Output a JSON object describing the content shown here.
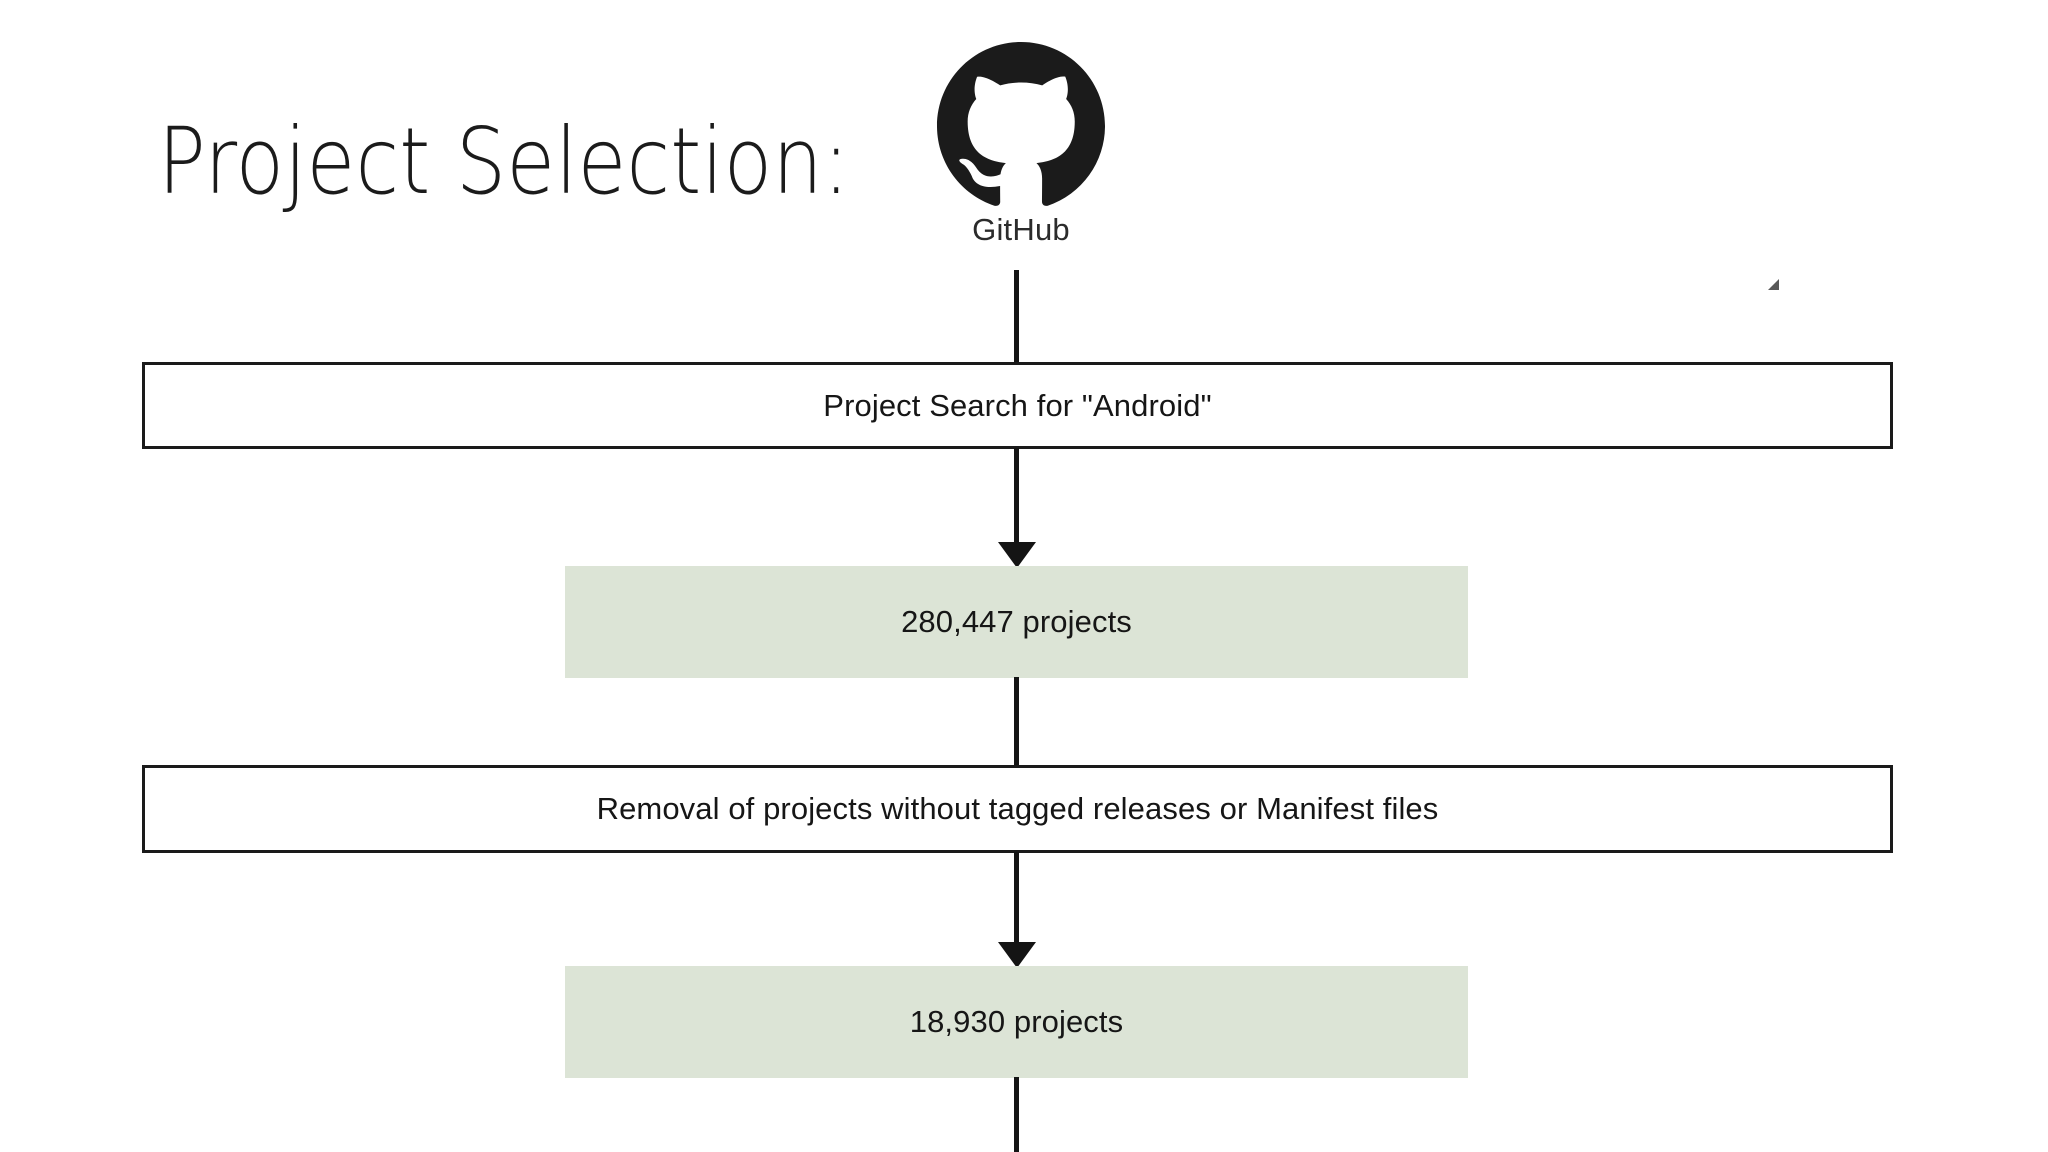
{
  "slide": {
    "title": "Project Selection:",
    "background_color": "#ffffff"
  },
  "brand": {
    "logo_name": "github-octocat-icon",
    "label": "GitHub",
    "color": "#1b1b1b"
  },
  "colors": {
    "box_border": "#1a1a1a",
    "box_fill": "#ffffff",
    "data_fill": "#dce4d6",
    "connector": "#141414",
    "text": "#161616"
  },
  "flowchart": {
    "type": "flowchart",
    "orientation": "top-to-bottom",
    "nodes": [
      {
        "id": "source",
        "kind": "source",
        "label": "GitHub",
        "icon": "github-octocat-icon"
      },
      {
        "id": "search",
        "kind": "process",
        "label": "Project Search for \"Android\""
      },
      {
        "id": "count-1",
        "kind": "data",
        "label": "280,447 projects",
        "count": 280447,
        "unit": "projects"
      },
      {
        "id": "removal",
        "kind": "process",
        "label": "Removal of projects without tagged releases or Manifest files"
      },
      {
        "id": "count-2",
        "kind": "data",
        "label": "18,930 projects",
        "count": 18930,
        "unit": "projects"
      }
    ],
    "edges": [
      {
        "from": "source",
        "to": "search",
        "arrowhead": false
      },
      {
        "from": "search",
        "to": "count-1",
        "arrowhead": true
      },
      {
        "from": "count-1",
        "to": "removal",
        "arrowhead": false
      },
      {
        "from": "removal",
        "to": "count-2",
        "arrowhead": true
      },
      {
        "from": "count-2",
        "to": "continues-below",
        "arrowhead": false
      }
    ]
  }
}
